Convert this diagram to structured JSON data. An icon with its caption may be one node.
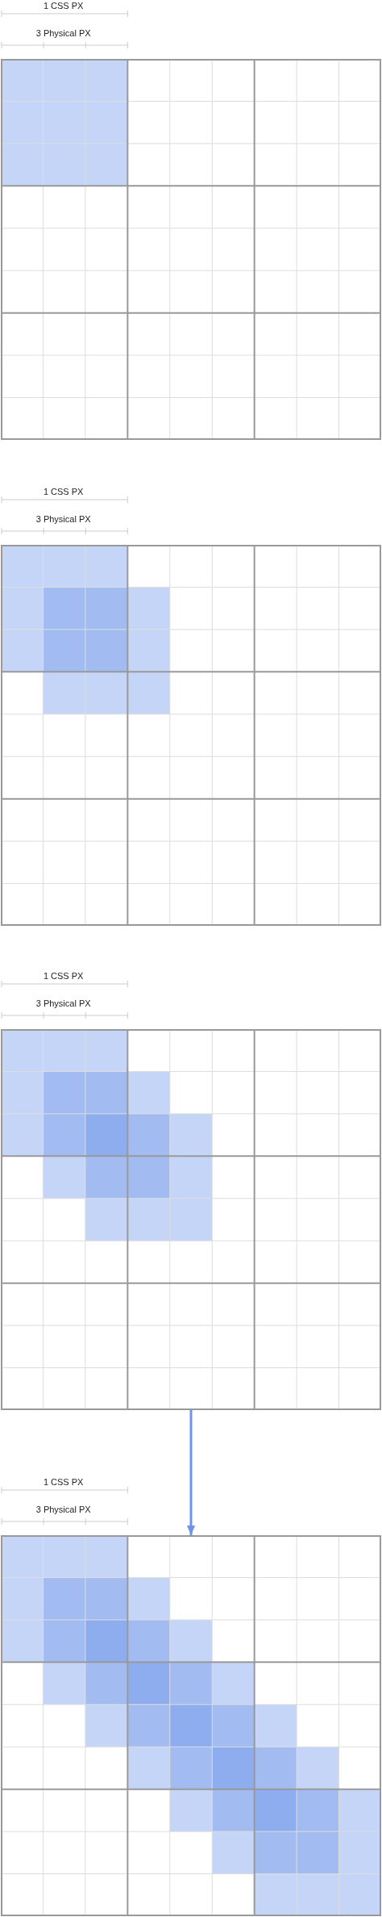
{
  "diagram": {
    "nodes": [
      {
        "text": [],
        "shape": "grid"
      },
      {
        "text": [],
        "shape": "grid"
      },
      {
        "text": [],
        "shape": "grid"
      },
      {
        "text": [],
        "shape": "grid"
      }
    ],
    "edges": [
      {
        "from": 2,
        "to": 3,
        "arrow": "to",
        "color": "#6b95ea"
      }
    ],
    "labels": [
      "1 CSS PX",
      "3 Physical PX",
      "1 CSS PX",
      "3 Physical PX",
      "1 CSS PX",
      "3 Physical PX",
      "1 CSS PX",
      "3 Physical PX"
    ]
  }
}
